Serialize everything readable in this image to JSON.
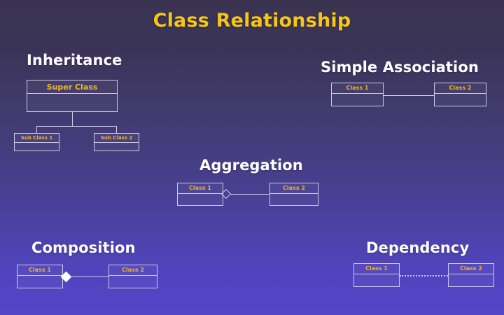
{
  "page": {
    "title": "Class Relationship",
    "background_top": "#393350",
    "background_bottom": "#5346c9",
    "title_color": "#f5c518",
    "heading_color": "#ffffff",
    "box_border_color": "#cfcbe8",
    "box_label_color": "#f0b429"
  },
  "sections": {
    "inheritance": {
      "heading": "Inheritance",
      "super_class": "Super Class",
      "sub_class_1": "Sub Class 1",
      "sub_class_2": "Sub Class 2",
      "connector": "solid-tree"
    },
    "simple_association": {
      "heading": "Simple Association",
      "class_1": "Class 1",
      "class_2": "Class 2",
      "connector": "solid-line"
    },
    "aggregation": {
      "heading": "Aggregation",
      "class_1": "Class 1",
      "class_2": "Class 2",
      "connector": "hollow-diamond"
    },
    "composition": {
      "heading": "Composition",
      "class_1": "Class 1",
      "class_2": "Class 2",
      "connector": "filled-diamond"
    },
    "dependency": {
      "heading": "Dependency",
      "class_1": "Class 1",
      "class_2": "Class 2",
      "connector": "dashed-line"
    }
  }
}
